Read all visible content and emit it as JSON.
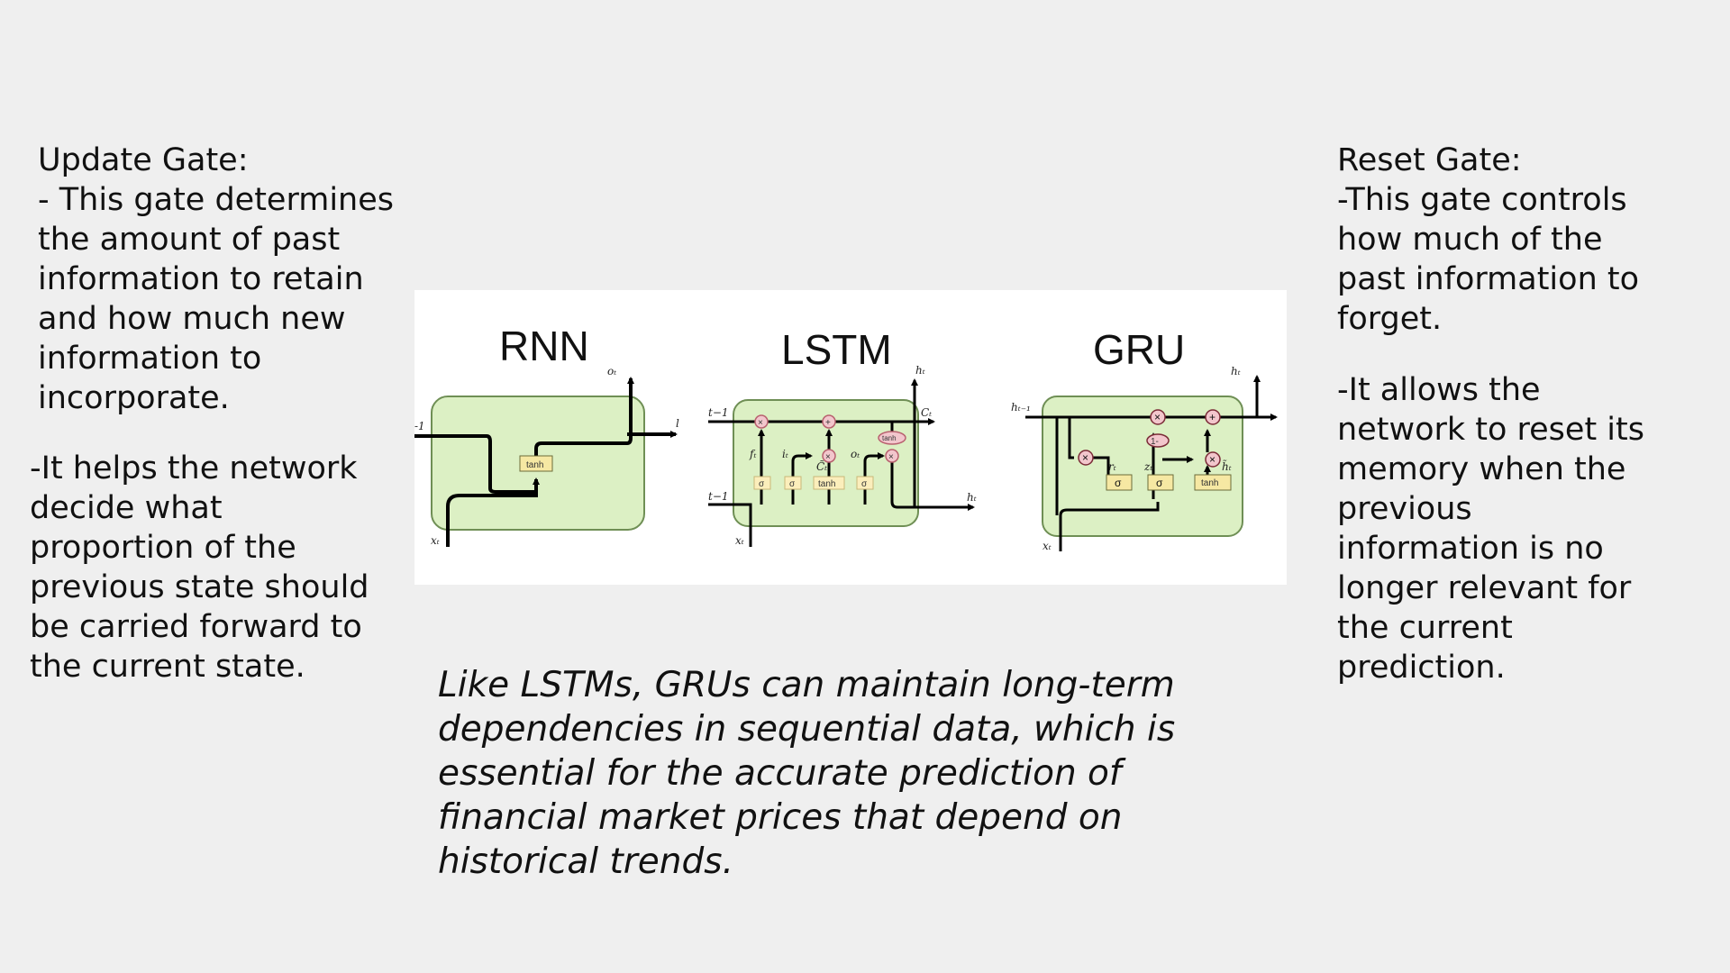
{
  "left": {
    "update_heading": "Update Gate:",
    "update_text": "- This gate determines\nthe amount of past\ninformation to retain\nand how much new\ninformation to\nincorporate.",
    "helps_text": "-It helps the network\ndecide what\nproportion of the\nprevious state should\nbe carried forward to\nthe current state."
  },
  "right": {
    "reset_heading": "Reset Gate:",
    "reset_text": "-This gate controls\nhow much of the\npast information to\nforget.",
    "allows_text": "-It allows the\nnetwork to reset its\nmemory when the\nprevious\ninformation is no\nlonger relevant for\nthe current\nprediction."
  },
  "caption": "Like LSTMs, GRUs can maintain long-term\ndependencies in sequential data, which is\nessential for the accurate prediction of\nfinancial market prices that depend on\nhistorical trends.",
  "diagram": {
    "titles": {
      "rnn": "RNN",
      "lstm": "LSTM",
      "gru": "GRU"
    },
    "rnn": {
      "tanh": "tanh",
      "out": "oₜ",
      "in": "xₜ",
      "left": "-1",
      "right": "l"
    },
    "lstm": {
      "c_prev": "t−1",
      "h_prev": "t−1",
      "x": "xₜ",
      "h_top": "hₜ",
      "c_out": "Cₜ",
      "h_out": "hₜ",
      "f": "fₜ",
      "i": "iₜ",
      "ct": "C̃ₜ",
      "o": "oₜ",
      "gates": [
        "σ",
        "σ",
        "tanh",
        "σ"
      ],
      "tanh_oval": "tanh",
      "mult": "×",
      "plus": "+"
    },
    "gru": {
      "h_prev": "hₜ₋₁",
      "h_out": "hₜ",
      "x": "xₜ",
      "r": "rₜ",
      "z": "zₜ",
      "htilde": "h̃ₜ",
      "gates": [
        "σ",
        "σ",
        "tanh"
      ],
      "one_minus": "1-",
      "mult": "×",
      "plus": "+"
    },
    "colors": {
      "cell_fill": "#dcf0c4",
      "cell_stroke": "#6f8f55",
      "gate_fill": "#f6e8a3",
      "op_fill": "#f2c6cc",
      "op_stroke": "#b8606e"
    }
  }
}
